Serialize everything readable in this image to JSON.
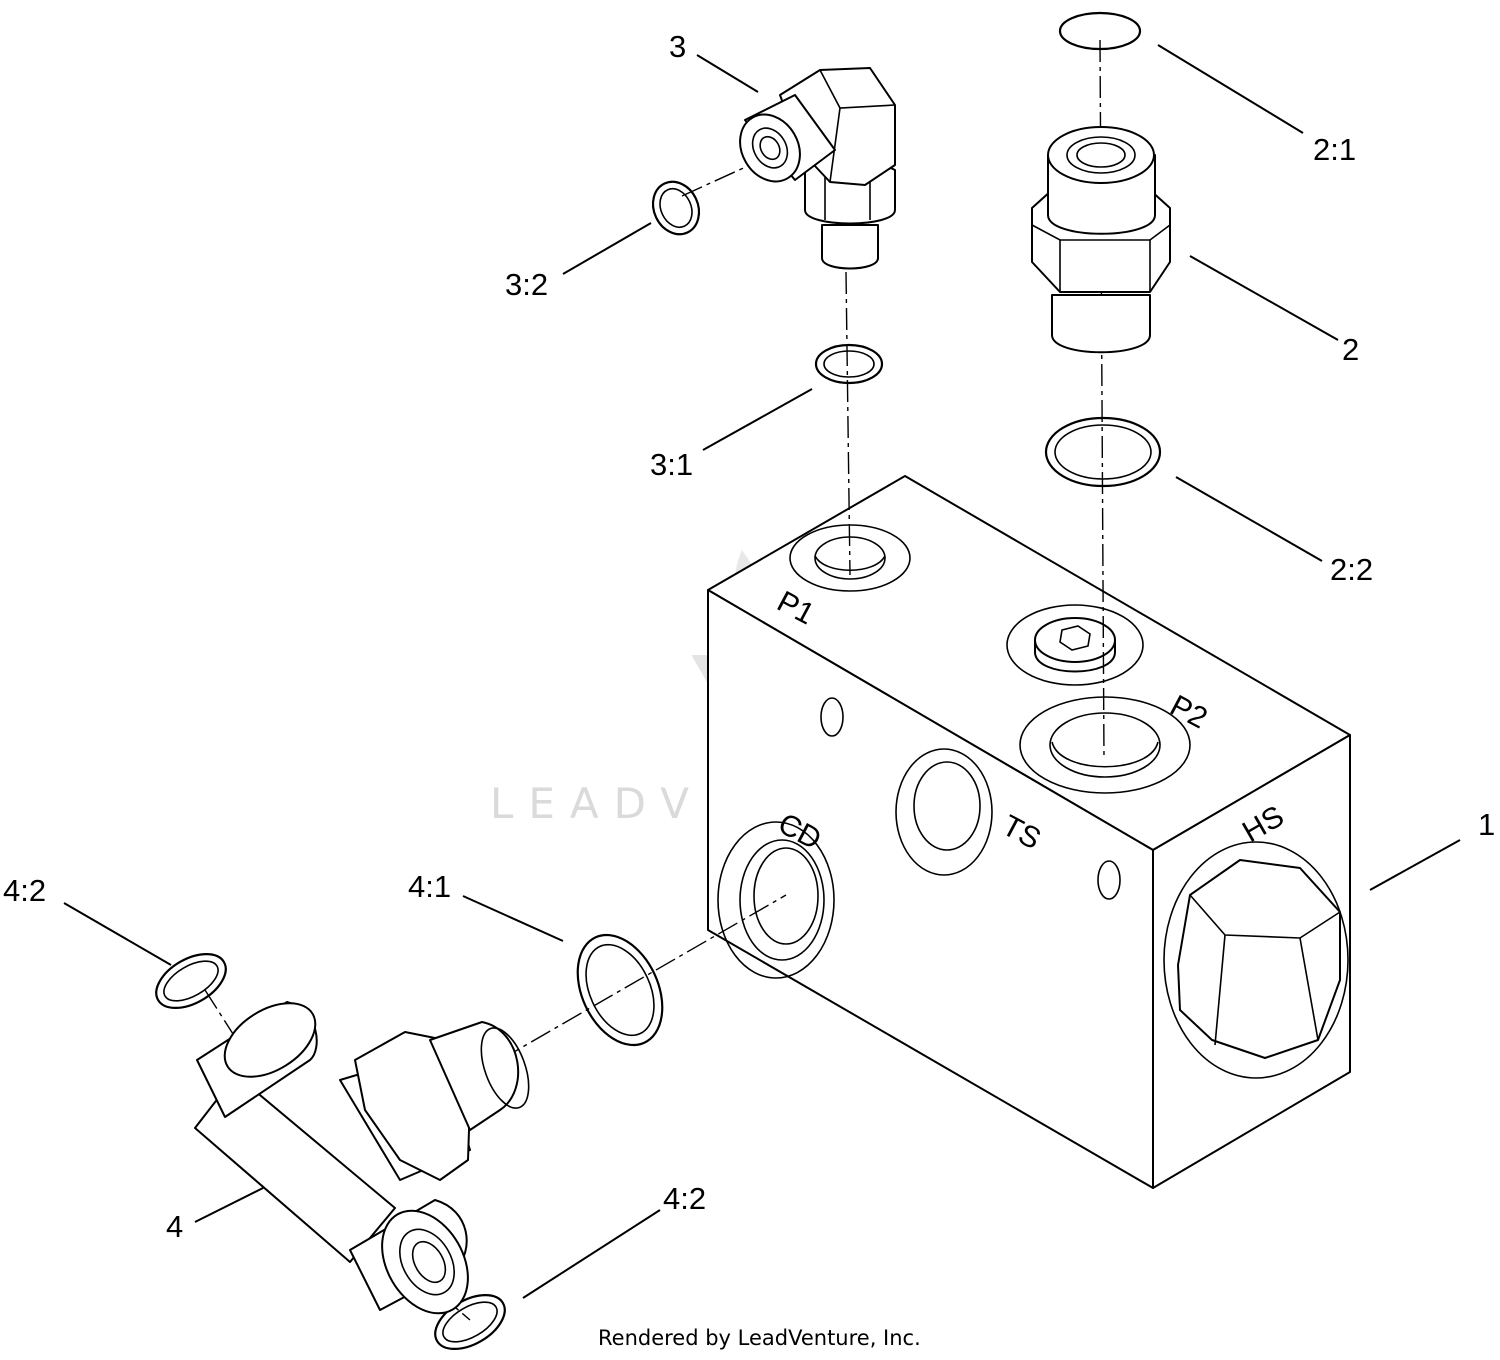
{
  "callouts": {
    "c1": "1",
    "c2": "2",
    "c2_1": "2:1",
    "c2_2": "2:2",
    "c3": "3",
    "c3_1": "3:1",
    "c3_2": "3:2",
    "c4": "4",
    "c4_1": "4:1",
    "c4_2a": "4:2",
    "c4_2b": "4:2"
  },
  "ports": {
    "p1": "P1",
    "p2": "P2",
    "cd": "CD",
    "ts": "TS",
    "hs": "HS"
  },
  "watermark": "LEADVENTURE",
  "footer": "Rendered by LeadVenture, Inc."
}
